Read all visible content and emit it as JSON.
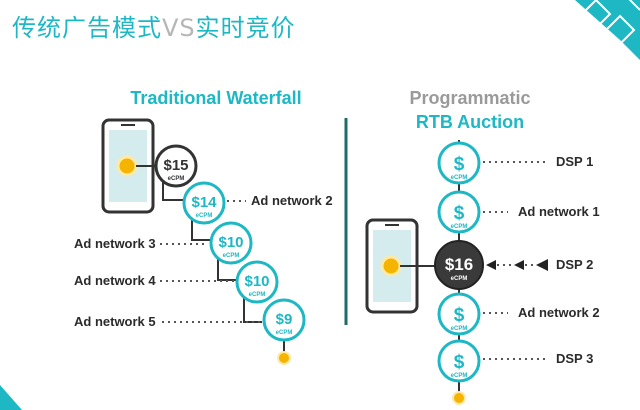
{
  "title": {
    "part1": "传统广告模式",
    "vs": "VS",
    "part2": "实时竞价"
  },
  "left": {
    "heading": "Traditional Waterfall",
    "nodes": [
      {
        "price": "$15",
        "unit": "eCPM"
      },
      {
        "price": "$14",
        "unit": "eCPM",
        "label": "Ad network 2"
      },
      {
        "price": "$10",
        "unit": "eCPM",
        "label": "Ad network 3"
      },
      {
        "price": "$10",
        "unit": "eCPM",
        "label": "Ad network 4"
      },
      {
        "price": "$9",
        "unit": "eCPM",
        "label": "Ad network 5"
      }
    ]
  },
  "right": {
    "heading_line1": "Programmatic",
    "heading_line2": "RTB Auction",
    "nodes": [
      {
        "symbol": "$",
        "unit": "eCPM",
        "label": "DSP 1"
      },
      {
        "symbol": "$",
        "unit": "eCPM",
        "label": "Ad network 1"
      },
      {
        "price": "$16",
        "unit": "eCPM",
        "label": "DSP 2"
      },
      {
        "symbol": "$",
        "unit": "eCPM",
        "label": "Ad network 2"
      },
      {
        "symbol": "$",
        "unit": "eCPM",
        "label": "DSP 3"
      }
    ]
  },
  "colors": {
    "teal": "#1db8c4",
    "dark": "#333333",
    "gold": "#f5b400",
    "grey_heading": "#9a9a9a"
  }
}
